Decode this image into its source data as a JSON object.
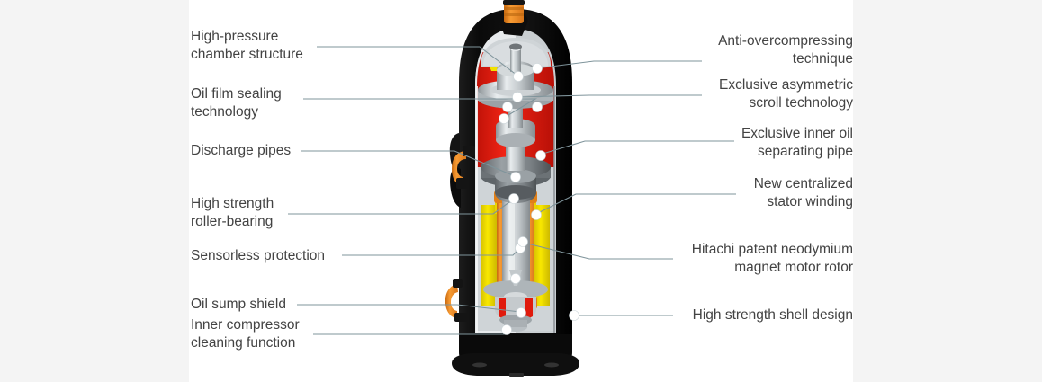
{
  "figure": {
    "title": "Scroll compressor cutaway diagram",
    "background_color": "#f4f4f4",
    "canvas_color": "#ffffff",
    "text_color": "#434343",
    "leader_color": "#7f949b"
  },
  "callouts": {
    "left": [
      {
        "id": "high-pressure-chamber-structure",
        "text": "High-pressure\nchamber structure"
      },
      {
        "id": "oil-film-sealing-technology",
        "text": "Oil film sealing\ntechnology"
      },
      {
        "id": "discharge-pipes",
        "text": "Discharge pipes"
      },
      {
        "id": "high-strength-roller-bearing",
        "text": "High strength\nroller-bearing"
      },
      {
        "id": "sensorless-protection",
        "text": "Sensorless protection"
      },
      {
        "id": "oil-sump-shield",
        "text": "Oil sump shield"
      },
      {
        "id": "inner-compressor-cleaning-function",
        "text": "Inner compressor\ncleaning function"
      }
    ],
    "right": [
      {
        "id": "anti-overcompressing-technique",
        "text": "Anti-overcompressing\ntechnique"
      },
      {
        "id": "exclusive-asymmetric-scroll-technology",
        "text": "Exclusive asymmetric\nscroll technology"
      },
      {
        "id": "exclusive-inner-oil-separating-pipe",
        "text": "Exclusive inner oil\nseparating pipe"
      },
      {
        "id": "new-centralized-stator-winding",
        "text": "New centralized\nstator winding"
      },
      {
        "id": "hitachi-patent-neodymium-magnet-motor-rotor",
        "text": "Hitachi patent neodymium\nmagnet motor rotor"
      },
      {
        "id": "high-strength-shell-design",
        "text": "High strength shell design"
      }
    ]
  },
  "diagram_colors": {
    "shell_black": "#0d0d0d",
    "shell_black_light": "#262626",
    "chamber_red": "#e81c0e",
    "winding_yellow": "#f5e400",
    "pipe_orange": "#f08a1e",
    "metal_gray": "#b8bec2",
    "metal_gray_dark": "#74797d",
    "metal_gray_light": "#dfe3e5"
  }
}
